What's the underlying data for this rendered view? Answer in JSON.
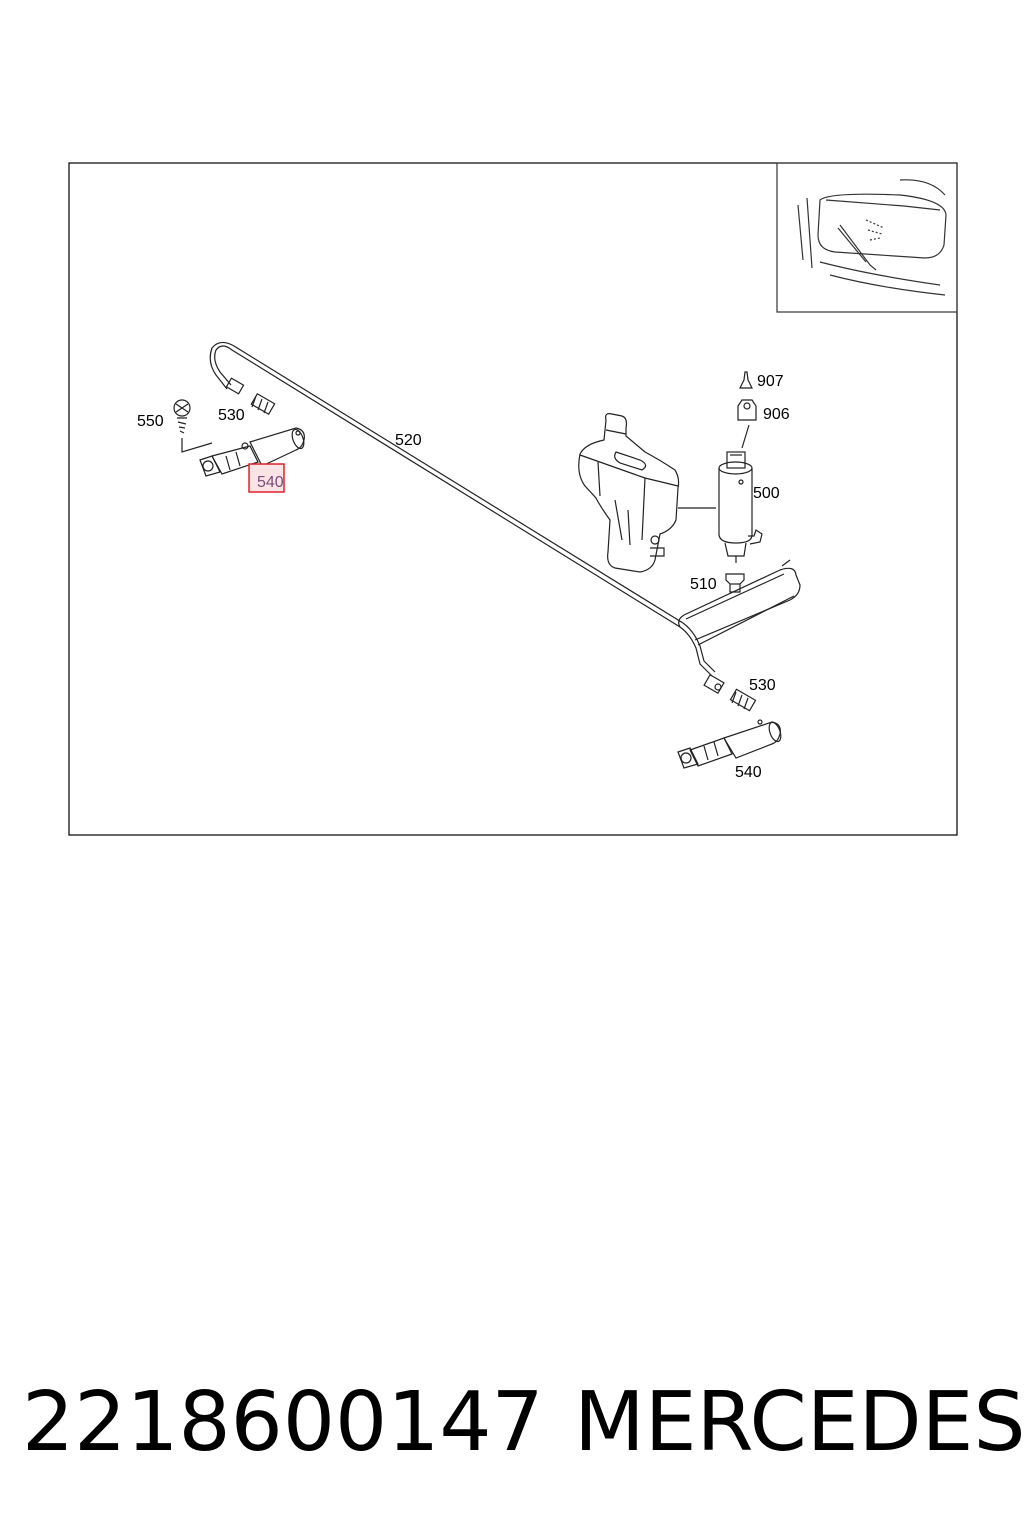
{
  "callouts": {
    "c907": "907",
    "c906": "906",
    "c550": "550",
    "c530_top": "530",
    "c520": "520",
    "c540_top": "540",
    "c500": "500",
    "c510": "510",
    "c530_bottom": "530",
    "c540_bottom": "540"
  },
  "highlight": {
    "label": "540",
    "color": "#e0202a",
    "fill": "#fbe3e6"
  },
  "footer": {
    "part_number": "2218600147",
    "brand": "MERCEDES"
  }
}
